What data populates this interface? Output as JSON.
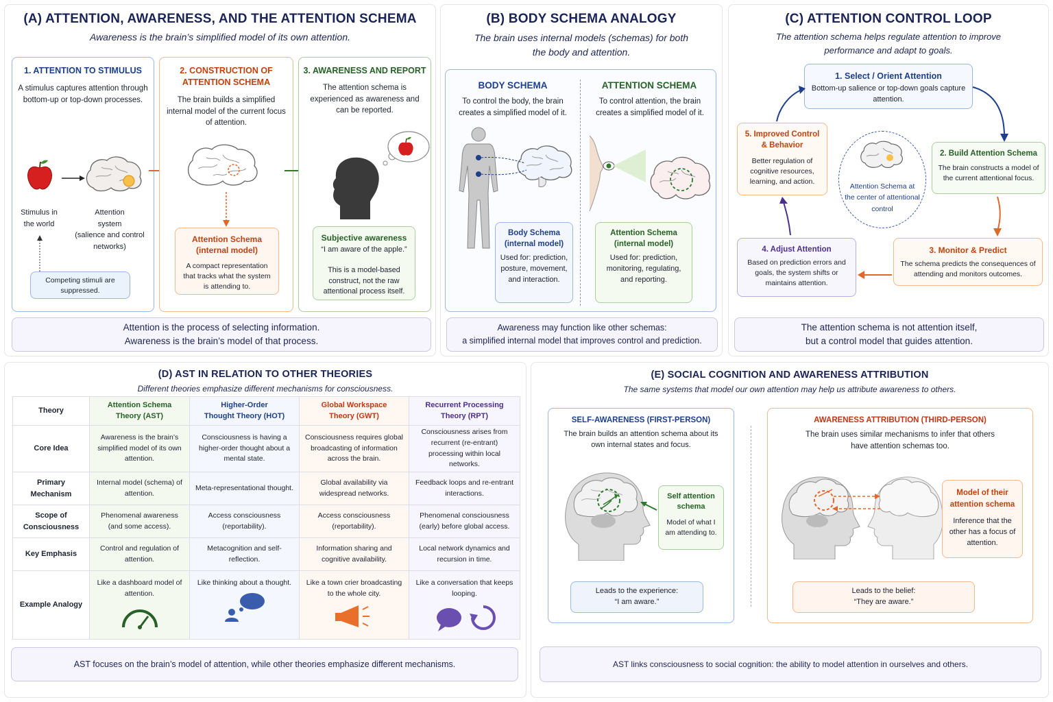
{
  "panel_a": {
    "title": "(A) ATTENTION, AWARENESS, AND THE ATTENTION SCHEMA",
    "subtitle": "Awareness is the brain’s simplified model of its own attention.",
    "step1_title": "1. ATTENTION TO STIMULUS",
    "step1_text": "A stimulus captures attention through bottom-up or top-down processes.",
    "stimulus_label_1": "Stimulus in",
    "stimulus_label_2": "the world",
    "attention_label_1": "Attention",
    "attention_label_2": "system",
    "attention_label_3": "(salience and control",
    "attention_label_4": "networks)",
    "competing_text": "Competing stimuli are suppressed.",
    "step2_title_1": "2. CONSTRUCTION OF",
    "step2_title_2": "ATTENTION SCHEMA",
    "step2_text": "The brain builds a simplified internal model of the current focus of attention.",
    "schema_title_1": "Attention Schema",
    "schema_title_2": "(internal model)",
    "schema_text": "A compact representation that tracks what the system is attending to.",
    "step3_title": "3. AWARENESS AND REPORT",
    "step3_text": "The attention schema is experienced as awareness and can be reported.",
    "subjective_title": "Subjective awareness",
    "subjective_quote": "“I am aware of the apple.”",
    "subjective_text": "This is a model-based construct, not the raw attentional process itself.",
    "footer_1": "Attention is the process of selecting information.",
    "footer_2": "Awareness is the brain’s model of that process."
  },
  "panel_b": {
    "title": "(B) BODY SCHEMA ANALOGY",
    "subtitle_1": "The brain uses internal models (schemas) for both",
    "subtitle_2": "the body and attention.",
    "body_title": "BODY SCHEMA",
    "body_text": "To control the body, the brain creates a simplified model of it.",
    "attn_title": "ATTENTION SCHEMA",
    "attn_text": "To control attention, the brain creates a simplified model of it.",
    "body_box_title_1": "Body Schema",
    "body_box_title_2": "(internal model)",
    "body_box_text": "Used for: prediction, posture, movement, and interaction.",
    "attn_box_title_1": "Attention Schema",
    "attn_box_title_2": "(internal model)",
    "attn_box_text": "Used for: prediction, monitoring, regulating, and reporting.",
    "footer_1": "Awareness may function like other schemas:",
    "footer_2": "a simplified internal model that improves control and prediction."
  },
  "panel_c": {
    "title": "(C) ATTENTION CONTROL LOOP",
    "subtitle_1": "The attention schema helps regulate attention to improve",
    "subtitle_2": "performance and adapt to goals.",
    "s1_title": "1. Select / Orient Attention",
    "s1_text": "Bottom-up salience or top-down goals capture attention.",
    "s2_title": "2. Build Attention Schema",
    "s2_text": "The brain constructs a model of the current attentional focus.",
    "s3_title": "3. Monitor & Predict",
    "s3_text": "The schema predicts the consequences of attending and monitors outcomes.",
    "s4_title": "4. Adjust Attention",
    "s4_text": "Based on prediction errors and goals, the system shifts or maintains attention.",
    "s5_title_1": "5. Improved Control",
    "s5_title_2": "& Behavior",
    "s5_text": "Better regulation of cognitive resources, learning, and action.",
    "center_text": "Attention Schema at the center of attentional control",
    "footer_1": "The attention schema is not attention itself,",
    "footer_2": "but a control model that guides attention."
  },
  "panel_d": {
    "title": "(D) AST IN RELATION TO OTHER THEORIES",
    "subtitle": "Different theories emphasize different mechanisms for consciousness.",
    "header_theory": "Theory",
    "theories": [
      {
        "name_1": "Attention Schema",
        "name_2": "Theory (AST)"
      },
      {
        "name_1": "Higher-Order",
        "name_2": "Thought Theory (HOT)"
      },
      {
        "name_1": "Global Workspace",
        "name_2": "Theory (GWT)"
      },
      {
        "name_1": "Recurrent Processing",
        "name_2": "Theory (RPT)"
      }
    ],
    "rows": [
      {
        "label": "Core Idea",
        "cells": [
          "Awareness is the brain’s simplified model of its own attention.",
          "Consciousness is having a higher-order thought about a mental state.",
          "Consciousness requires global broadcasting of information across the brain.",
          "Consciousness arises from recurrent (re-entrant) processing within local networks."
        ]
      },
      {
        "label": "Primary Mechanism",
        "cells": [
          "Internal model (schema) of attention.",
          "Meta-representational thought.",
          "Global availability via widespread networks.",
          "Feedback loops and re-entrant interactions."
        ]
      },
      {
        "label": "Scope of Consciousness",
        "cells": [
          "Phenomenal awareness (and some access).",
          "Access consciousness (reportability).",
          "Access consciousness (reportability).",
          "Phenomenal consciousness (early) before global access."
        ]
      },
      {
        "label": "Key Emphasis",
        "cells": [
          "Control and regulation of attention.",
          "Metacognition and self-reflection.",
          "Information sharing and cognitive availability.",
          "Local network dynamics and recursion in time."
        ]
      },
      {
        "label": "Example Analogy",
        "cells": [
          "Like a dashboard model of attention.",
          "Like thinking about a thought.",
          "Like a town crier broadcasting to the whole city.",
          "Like a conversation that keeps looping."
        ]
      }
    ],
    "footer": "AST focuses on the brain’s model of attention, while other theories emphasize different mechanisms."
  },
  "panel_e": {
    "title": "(E) SOCIAL COGNITION AND AWARENESS ATTRIBUTION",
    "subtitle": "The same systems that model our own attention may help us attribute awareness to others.",
    "self_title": "SELF-AWARENESS (FIRST-PERSON)",
    "self_text": "The brain builds an attention schema about its own internal states and focus.",
    "self_box_title_1": "Self attention",
    "self_box_title_2": "schema",
    "self_box_text": "Model of what I am attending to.",
    "self_leads_1": "Leads to the experience:",
    "self_leads_2": "“I am aware.”",
    "other_title": "AWARENESS ATTRIBUTION (THIRD-PERSON)",
    "other_text": "The brain uses similar mechanisms to infer that others have attention schemas too.",
    "other_box_title_1": "Model of their",
    "other_box_title_2": "attention schema",
    "other_box_text": "Inference that the other has a focus of attention.",
    "other_leads_1": "Leads to the belief:",
    "other_leads_2": "“They are aware.”",
    "footer": "AST links consciousness to social cognition: the ability to model attention in ourselves and others."
  },
  "colors": {
    "navy": "#1b2456",
    "blue": "#1d3f8c",
    "orange": "#c2410c",
    "green": "#276127",
    "purple": "#4c2f8f"
  }
}
